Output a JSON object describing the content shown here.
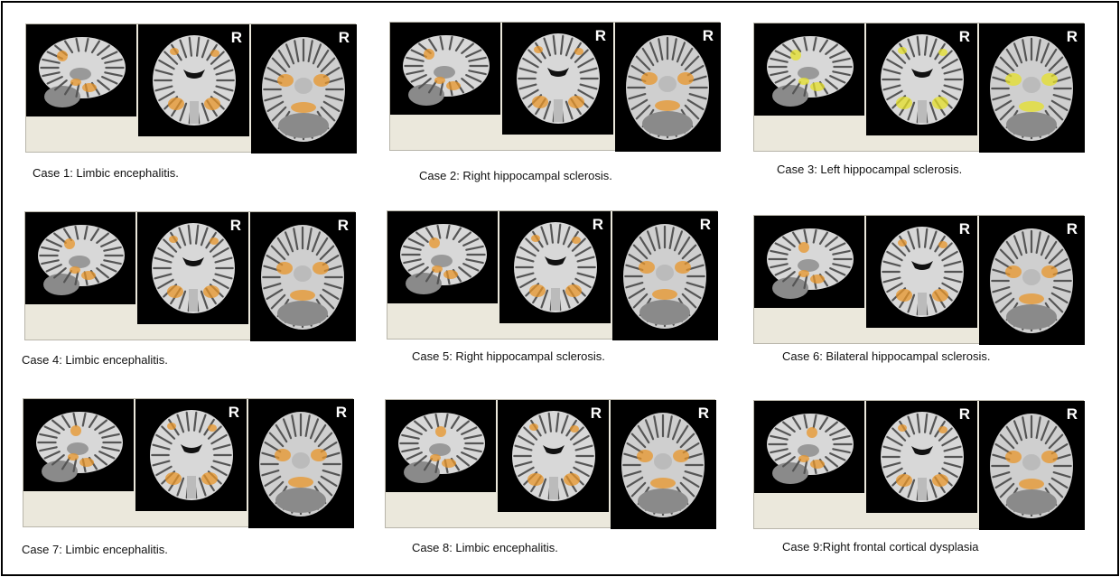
{
  "orientation_label": "R",
  "colors": {
    "activation": "#e8952a",
    "yellow_activation": "#e6e02a",
    "background": "#000000",
    "beige": "#ebe8dc"
  },
  "cases": [
    {
      "caption": "Case 1: Limbic encephalitis.",
      "tint": "orange"
    },
    {
      "caption": "Case 2: Right hippocampal sclerosis.",
      "tint": "orange"
    },
    {
      "caption": "Case 3: Left hippocampal sclerosis.",
      "tint": "yellow"
    },
    {
      "caption": "Case 4: Limbic encephalitis.",
      "tint": "orange"
    },
    {
      "caption": "Case 5: Right hippocampal sclerosis.",
      "tint": "orange"
    },
    {
      "caption": "Case 6: Bilateral hippocampal sclerosis.",
      "tint": "orange"
    },
    {
      "caption": "Case 7: Limbic encephalitis.",
      "tint": "orange"
    },
    {
      "caption": "Case 8: Limbic encephalitis.",
      "tint": "orange"
    },
    {
      "caption": "Case 9:Right frontal cortical dysplasia",
      "tint": "orange"
    }
  ]
}
